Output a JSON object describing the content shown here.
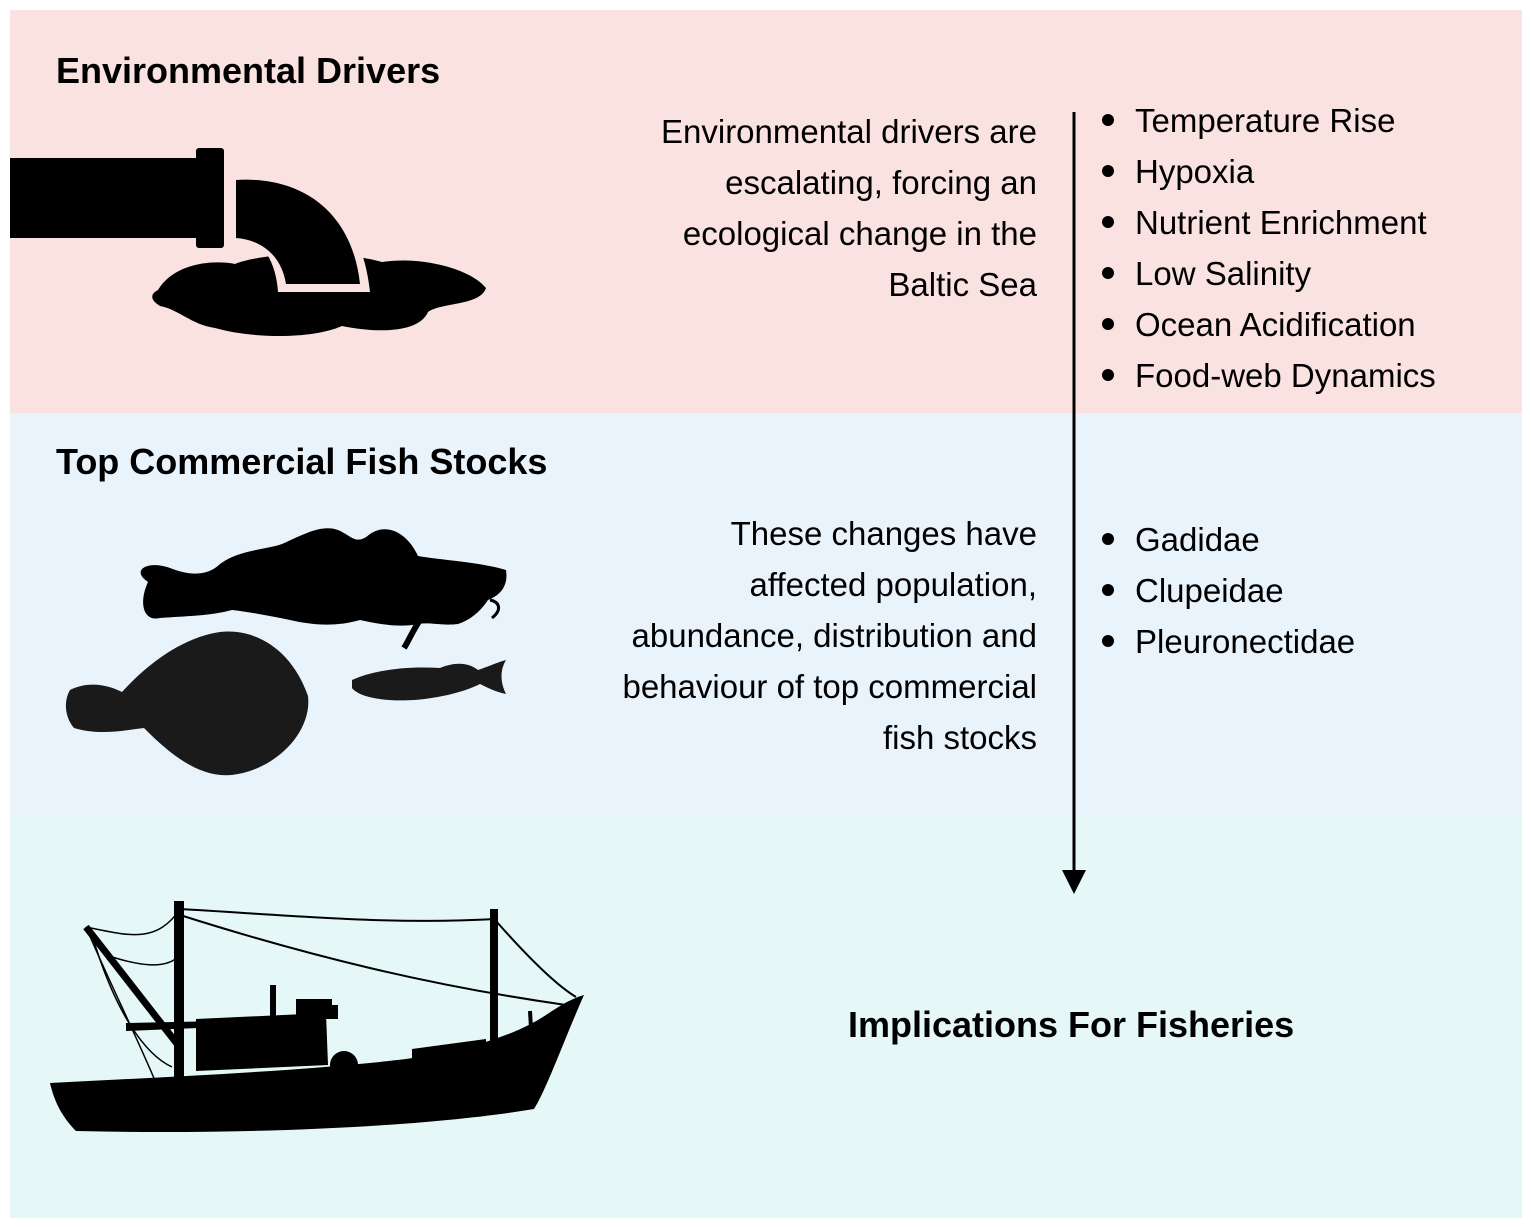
{
  "colors": {
    "environmental_band": "#f9e2df",
    "fish_band": "#e9f3fc",
    "fisheries_band": "#e5f8f7",
    "silhouette": "#000000",
    "fish_silhouette": "#1a1a1a"
  },
  "sections": [
    {
      "heading": "Environmental Drivers",
      "icon": "pipe-outflow-icon",
      "description": "Environmental drivers are escalating, forcing an ecological change in the Baltic Sea",
      "items": [
        "Temperature Rise",
        "Hypoxia",
        "Nutrient Enrichment",
        "Low Salinity",
        "Ocean Acidification",
        "Food-web Dynamics"
      ]
    },
    {
      "heading": "Top Commercial Fish Stocks",
      "icon": "fish-group-icon",
      "description": "These changes have affected population, abundance, distribution and behaviour of top commercial fish stocks",
      "items": [
        "Gadidae",
        "Clupeidae",
        "Pleuronectidae"
      ]
    },
    {
      "heading": "Implications For Fisheries",
      "icon": "fishing-trawler-icon"
    }
  ]
}
